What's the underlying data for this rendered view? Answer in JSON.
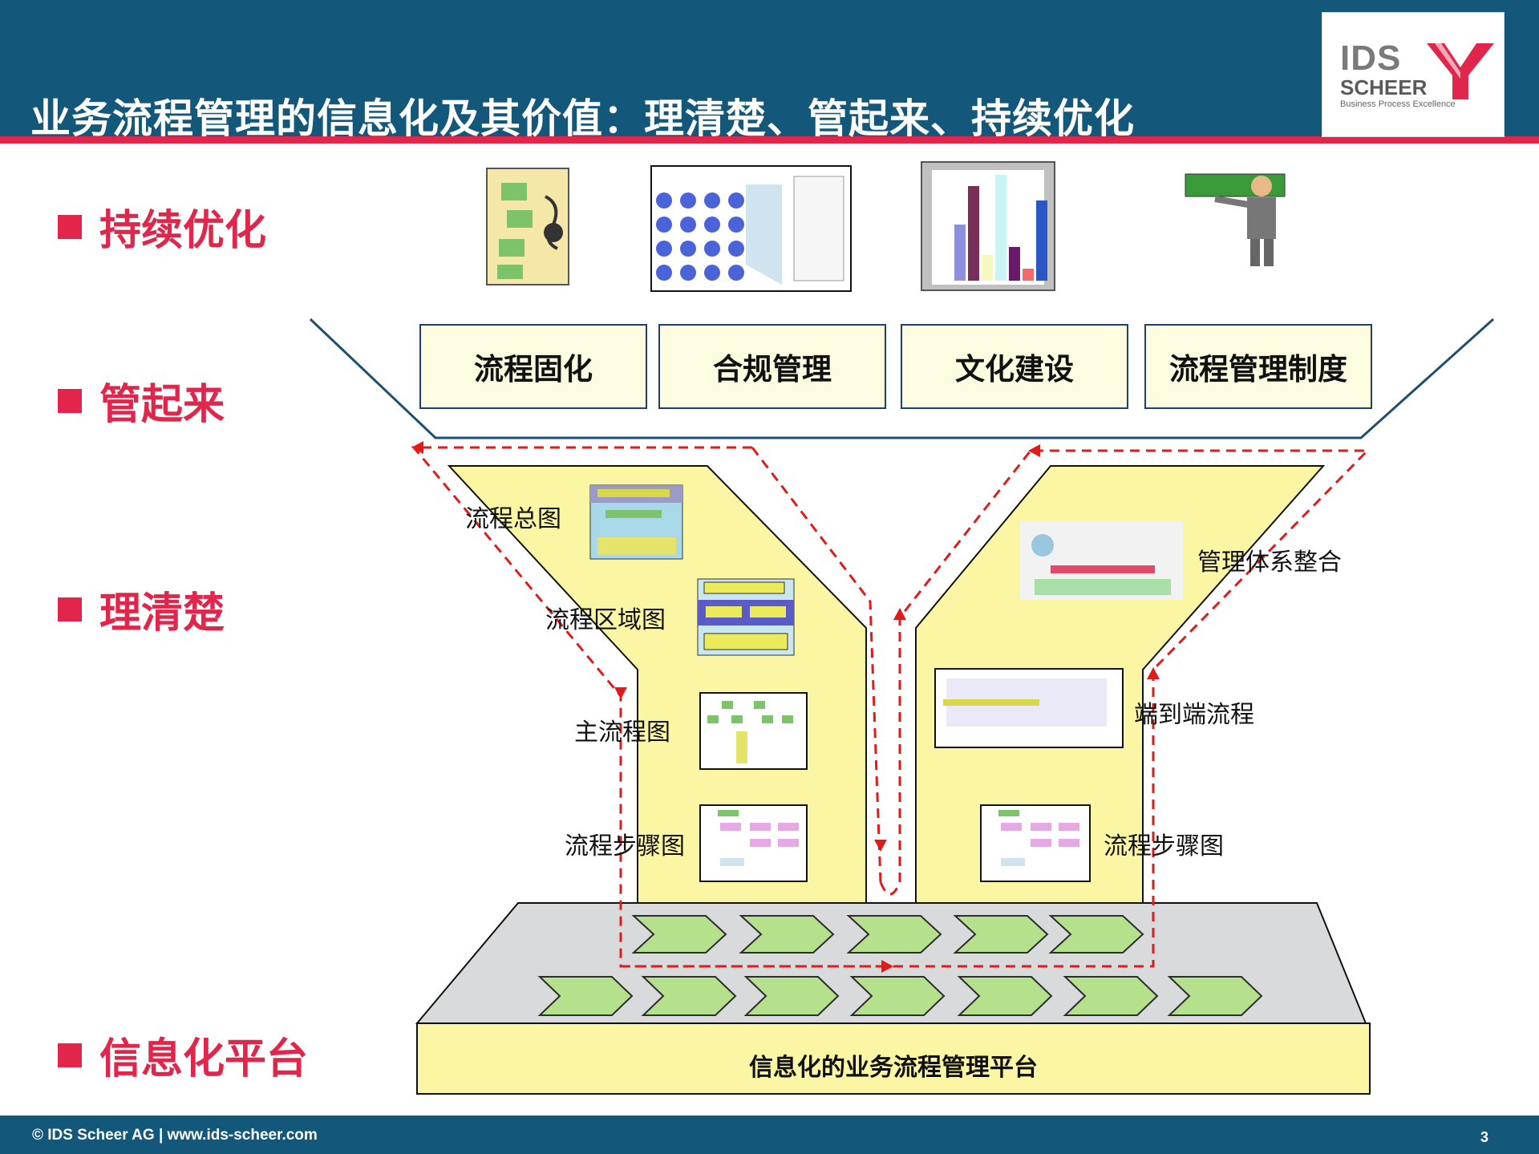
{
  "header": {
    "title": "业务流程管理的信息化及其价值：理清楚、管起来、持续优化"
  },
  "logo": {
    "ids": "IDS",
    "scheer": "SCHEER",
    "tagline": "Business Process Excellence"
  },
  "levels": [
    {
      "label": "持续优化"
    },
    {
      "label": "管起来"
    },
    {
      "label": "理清楚"
    },
    {
      "label": "信息化平台"
    }
  ],
  "control_boxes": [
    {
      "label": "流程固化"
    },
    {
      "label": "合规管理"
    },
    {
      "label": "文化建设"
    },
    {
      "label": "流程管理制度"
    }
  ],
  "left_funnel": {
    "items": [
      {
        "label": "流程总图"
      },
      {
        "label": "流程区域图"
      },
      {
        "label": "主流程图"
      },
      {
        "label": "流程步骤图"
      }
    ]
  },
  "right_funnel": {
    "items": [
      {
        "label": "管理体系整合"
      },
      {
        "label": "端到端流程"
      },
      {
        "label": "流程步骤图"
      }
    ]
  },
  "platform": {
    "label": "信息化的业务流程管理平台"
  },
  "footer": {
    "copyright": "© IDS Scheer AG | www.ids-scheer.com",
    "page": "3"
  },
  "colors": {
    "header": "#13587a",
    "accent": "#e2264b",
    "funnel": "#fbf6a3",
    "chevron": "#b5e08c",
    "arrow": "#e21a1a"
  }
}
